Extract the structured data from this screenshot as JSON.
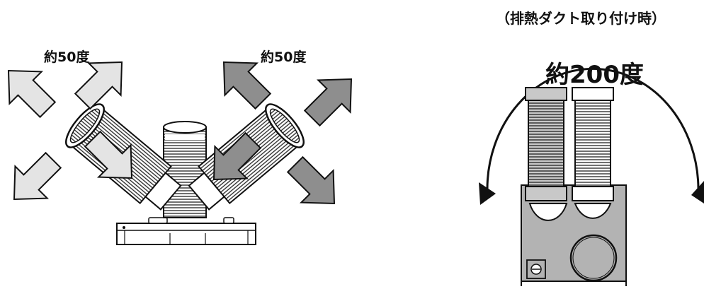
{
  "labels": {
    "left_angle": "約50度",
    "right_angle": "約50度",
    "caption": "（排熱ダクト取り付け時）",
    "total_angle": "約200度"
  },
  "colors": {
    "outline": "#111111",
    "light_arrow": "#e4e4e4",
    "dark_arrow": "#8e8e8e",
    "unit_panel": "#b3b3b3",
    "duct_fill": "#d0d0d0",
    "white": "#ffffff"
  },
  "icons": {
    "arrows": "outline-arrow",
    "knob": "rotary-knob-icon"
  }
}
